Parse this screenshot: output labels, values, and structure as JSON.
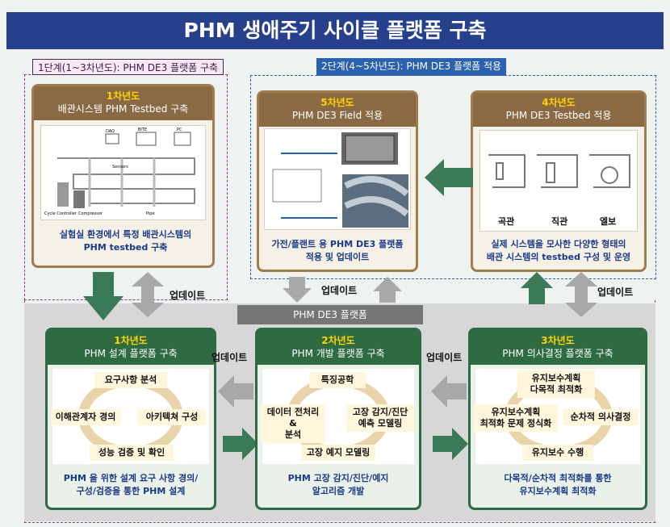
{
  "title": "PHM 생애주기 사이클 플랫폼 구축",
  "phase1_label": "1단계(1~3차년도): PHM DE3 플랫폼 구축",
  "phase2_label": "2단계(4~5차년도): PHM DE3 플랫폼 적용",
  "top_cards": {
    "year1": {
      "year": "1차년도",
      "title": "배관시스템 PHM Testbed 구축",
      "desc_l1": "실험실 환경에서 특정 배관시스템의",
      "desc_l2": "PHM testbed 구축",
      "diagram_labels": {
        "daq": "DAQ",
        "bite": "BITE",
        "pc": "PC",
        "sensors": "Sensors",
        "cycle": "Cycle Controller",
        "compressor": "Compressor",
        "pipe": "Pipe"
      }
    },
    "year5": {
      "year": "5차년도",
      "title": "PHM DE3 Field 적용",
      "desc_l1": "가전/플랜트 용 PHM DE3 플랫폼",
      "desc_l2": "적용 및 업데이트"
    },
    "year4": {
      "year": "4차년도",
      "title": "PHM DE3 Testbed 적용",
      "desc_l1": "실제 시스템을 모사한 다양한 형태의",
      "desc_l2": "배관 시스템의 testbed 구성 및 운영",
      "pipe_types": [
        "곡관",
        "직관",
        "엘보"
      ]
    }
  },
  "update_label": "업데이트",
  "platform_label": "PHM DE3 플랫폼",
  "bottom_cards": {
    "year1": {
      "year": "1차년도",
      "title": "PHM 설계 플랫폼 구축",
      "nodes": [
        "요구사항 분석",
        "이해관계자 경의",
        "아키텍쳐 구성",
        "성능 검증 및 확인"
      ],
      "desc_l1": "PHM 을 위한 설계 요구 사항 경의/",
      "desc_l2": "구성/검증을 통한 PHM 설계"
    },
    "year2": {
      "year": "2차년도",
      "title": "PHM 개발 플랫폼 구축",
      "nodes": [
        "특징공학",
        "데이터 전처리&",
        "분석",
        "고장 감지/진단",
        "예측 모델링",
        "고장 예지 모델링"
      ],
      "desc_l1": "PHM 고장 감지/진단/예지",
      "desc_l2": "알고리즘 개발"
    },
    "year3": {
      "year": "3차년도",
      "title": "PHM 의사결정 플랫폼 구축",
      "nodes": [
        "유지보수계획",
        "다목적 최적화",
        "유지보수계획",
        "최적화 문제 정식화",
        "순차적 의사결정",
        "유지보수 수행"
      ],
      "desc_l1": "다목적/순차적 최적화를 통한",
      "desc_l2": "유지보수계획 최적화"
    }
  },
  "colors": {
    "title_bg": "#27408b",
    "brown": "#8a6a45",
    "green": "#2e6a42",
    "arrow_green": "#3b7a56",
    "year_yellow": "#ffd400",
    "desc_blue": "#1a3a8a"
  }
}
